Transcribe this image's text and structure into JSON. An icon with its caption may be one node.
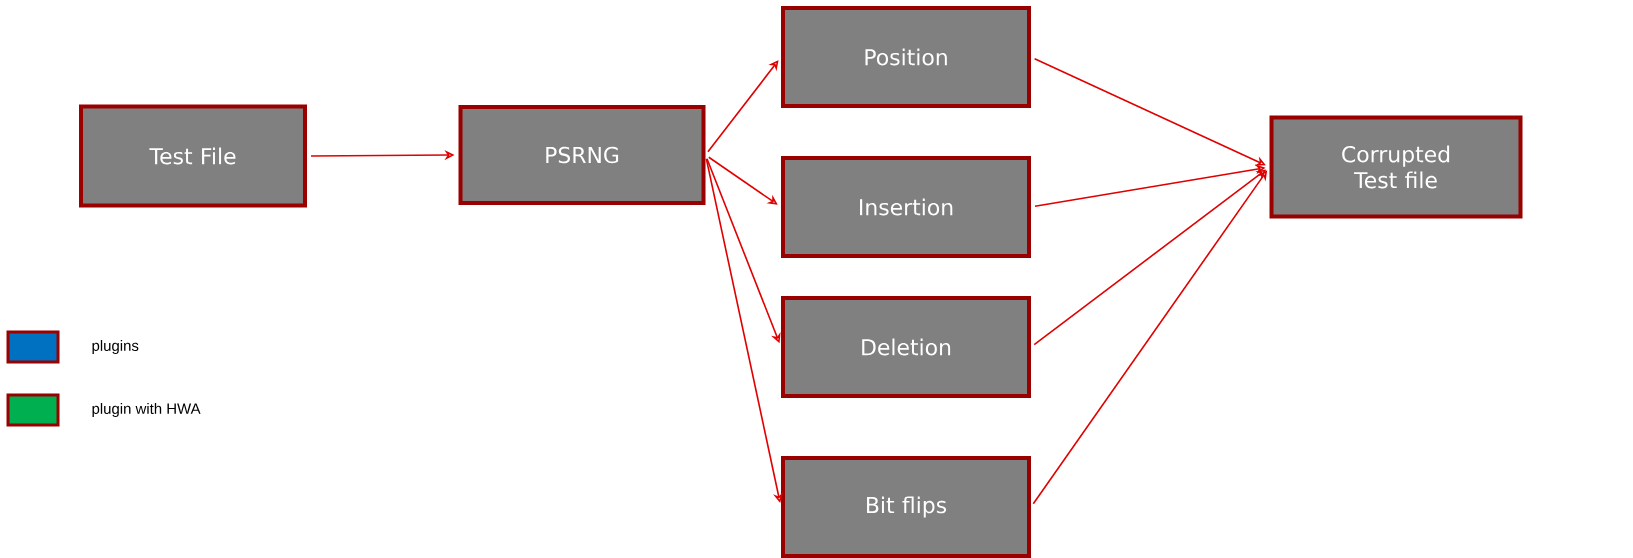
{
  "diagram": {
    "nodes": [
      {
        "text": [
          "Test File"
        ]
      },
      {
        "text": [
          "PSRNG"
        ]
      },
      {
        "text": [
          "Position"
        ]
      },
      {
        "text": [
          "Insertion"
        ]
      },
      {
        "text": [
          "Deletion"
        ]
      },
      {
        "text": [
          "Bit flips"
        ]
      },
      {
        "text": [
          "Corrupted Test file"
        ]
      }
    ],
    "edges": [
      {
        "from": 0,
        "to": 1,
        "arrow": "to"
      },
      {
        "from": 1,
        "to": 2,
        "arrow": "to"
      },
      {
        "from": 1,
        "to": 3,
        "arrow": "to"
      },
      {
        "from": 1,
        "to": 4,
        "arrow": "to"
      },
      {
        "from": 1,
        "to": 5,
        "arrow": "to"
      },
      {
        "from": 2,
        "to": 6,
        "arrow": "to"
      },
      {
        "from": 3,
        "to": 6,
        "arrow": "to"
      },
      {
        "from": 4,
        "to": 6,
        "arrow": "to"
      },
      {
        "from": 5,
        "to": 6,
        "arrow": "to"
      }
    ],
    "legend": [
      {
        "text": "plugins",
        "color": "#0070c0"
      },
      {
        "text": "plugin with HWA",
        "color": "#00b050"
      }
    ]
  }
}
